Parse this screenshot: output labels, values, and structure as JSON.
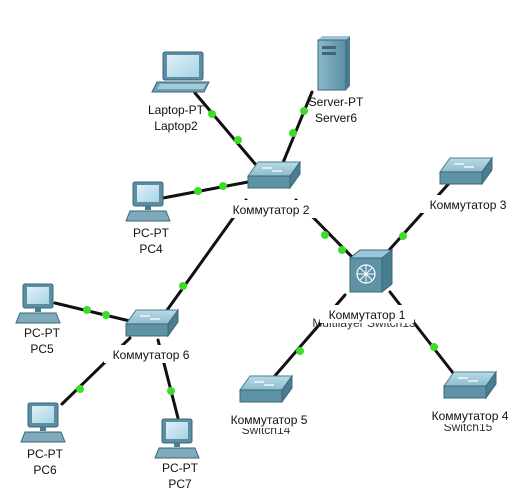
{
  "colors": {
    "link": "#111111",
    "link_led": "#3ddc2a",
    "switch_top": "#9cc6d6",
    "switch_side": "#5e93a6",
    "label_box": "#ffffff"
  },
  "devices": {
    "laptop2": {
      "icon": "laptop-icon",
      "type_label": "Laptop-PT",
      "name": "Laptop2"
    },
    "server6": {
      "icon": "server-icon",
      "type_label": "Server-PT",
      "name": "Server6"
    },
    "sw2": {
      "icon": "switch-icon",
      "tag": "Коммутатор 2"
    },
    "sw3": {
      "icon": "switch-icon",
      "tag": "Коммутатор 3"
    },
    "ml1": {
      "icon": "multilayer-switch-icon",
      "tag": "Коммутатор 1",
      "hidden_name": "Multilayer Switch13"
    },
    "sw6": {
      "icon": "switch-icon",
      "tag": "Коммутатор 6"
    },
    "sw5": {
      "icon": "switch-icon",
      "tag": "Коммутатор 5",
      "hidden_name": "Switch14"
    },
    "sw4": {
      "icon": "switch-icon",
      "tag": "Коммутатор 4",
      "hidden_name": "Switch15"
    },
    "pc4": {
      "icon": "pc-icon",
      "type_label": "PC-PT",
      "name": "PC4"
    },
    "pc5": {
      "icon": "pc-icon",
      "type_label": "PC-PT",
      "name": "PC5"
    },
    "pc6": {
      "icon": "pc-icon",
      "type_label": "PC-PT",
      "name": "PC6"
    },
    "pc7": {
      "icon": "pc-icon",
      "type_label": "PC-PT",
      "name": "PC7"
    }
  }
}
